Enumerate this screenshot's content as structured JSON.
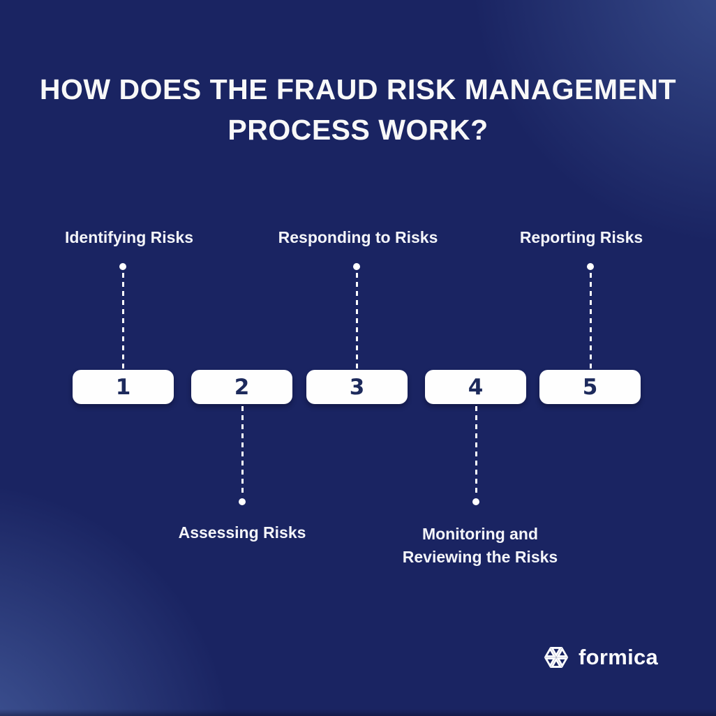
{
  "title": {
    "line1": "HOW DOES THE FRAUD RISK MANAGEMENT",
    "line2": "PROCESS WORK?"
  },
  "steps": [
    {
      "number": "1",
      "label": "Identifying Risks",
      "label_position": "above"
    },
    {
      "number": "2",
      "label": "Assessing Risks",
      "label_position": "below"
    },
    {
      "number": "3",
      "label": "Responding to Risks",
      "label_position": "above"
    },
    {
      "number": "4",
      "label": "Monitoring and Reviewing the Risks",
      "label_position": "below"
    },
    {
      "number": "5",
      "label": "Reporting Risks",
      "label_position": "above"
    }
  ],
  "logo": {
    "brand": "formica",
    "icon": "hex-pinwheel-icon"
  },
  "colors": {
    "background": "#1a2462",
    "background_glow": "#5a7ac2",
    "card": "#fefefe",
    "number_text": "#1d2a5c",
    "text": "#f8f8f8",
    "connector": "#ffffff"
  }
}
